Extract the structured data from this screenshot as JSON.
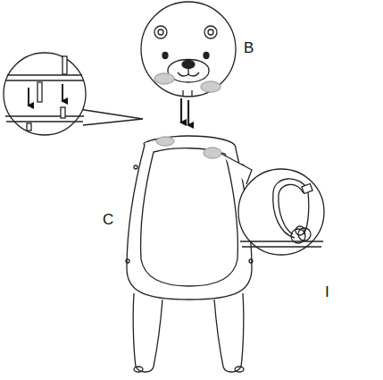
{
  "diagram": {
    "labels": [
      "B",
      "C",
      "I"
    ]
  }
}
